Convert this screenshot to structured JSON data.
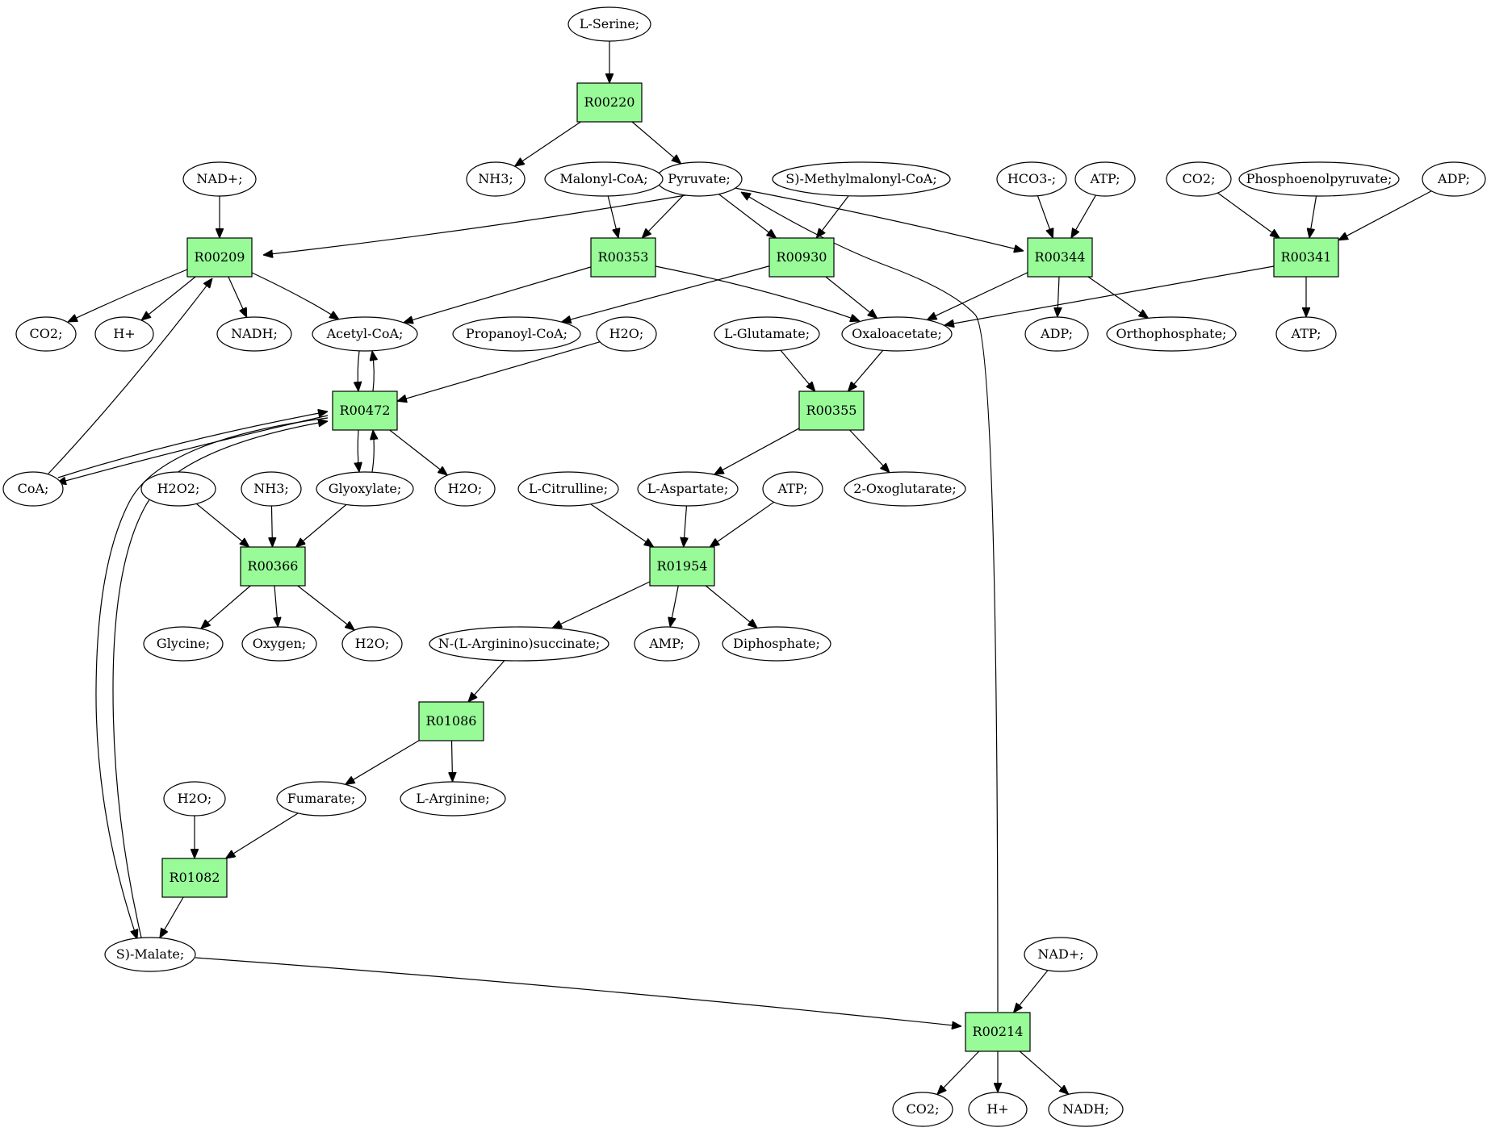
{
  "colors": {
    "start": "#00dd00",
    "target": "#ffff00",
    "reaction": "#98fb98",
    "compound": "#ffffff"
  },
  "nodes": [
    {
      "id": "serine",
      "label": "L-Serine;",
      "kind": "compound",
      "role": "start"
    },
    {
      "id": "R00220",
      "label": "R00220",
      "kind": "reaction"
    },
    {
      "id": "nh3_a",
      "label": "NH3;",
      "kind": "compound"
    },
    {
      "id": "pyruvate",
      "label": "Pyruvate;",
      "kind": "compound"
    },
    {
      "id": "nadplus_a",
      "label": "NAD+;",
      "kind": "compound"
    },
    {
      "id": "malonylcoa",
      "label": "Malonyl-CoA;",
      "kind": "compound"
    },
    {
      "id": "smethylmalonylcoa",
      "label": "S)-Methylmalonyl-CoA;",
      "kind": "compound"
    },
    {
      "id": "hco3",
      "label": "HCO3-;",
      "kind": "compound"
    },
    {
      "id": "atp_a",
      "label": "ATP;",
      "kind": "compound"
    },
    {
      "id": "co2_a",
      "label": "CO2;",
      "kind": "compound"
    },
    {
      "id": "pep",
      "label": "Phosphoenolpyruvate;",
      "kind": "compound"
    },
    {
      "id": "adp_a",
      "label": "ADP;",
      "kind": "compound"
    },
    {
      "id": "R00209",
      "label": "R00209",
      "kind": "reaction"
    },
    {
      "id": "R00353",
      "label": "R00353",
      "kind": "reaction"
    },
    {
      "id": "R00930",
      "label": "R00930",
      "kind": "reaction"
    },
    {
      "id": "R00344",
      "label": "R00344",
      "kind": "reaction"
    },
    {
      "id": "R00341",
      "label": "R00341",
      "kind": "reaction"
    },
    {
      "id": "co2_b",
      "label": "CO2;",
      "kind": "compound"
    },
    {
      "id": "hplus_a",
      "label": "H+",
      "kind": "compound"
    },
    {
      "id": "nadh_a",
      "label": "NADH;",
      "kind": "compound"
    },
    {
      "id": "acetylcoa",
      "label": "Acetyl-CoA;",
      "kind": "compound"
    },
    {
      "id": "propanoylcoa",
      "label": "Propanoyl-CoA;",
      "kind": "compound"
    },
    {
      "id": "h2o_a",
      "label": "H2O;",
      "kind": "compound"
    },
    {
      "id": "lglutamate",
      "label": "L-Glutamate;",
      "kind": "compound"
    },
    {
      "id": "oxaloacetate",
      "label": "Oxaloacetate;",
      "kind": "compound"
    },
    {
      "id": "adp_b",
      "label": "ADP;",
      "kind": "compound"
    },
    {
      "id": "orthophosphate",
      "label": "Orthophosphate;",
      "kind": "compound"
    },
    {
      "id": "atp_b",
      "label": "ATP;",
      "kind": "compound"
    },
    {
      "id": "R00472",
      "label": "R00472",
      "kind": "reaction"
    },
    {
      "id": "R00355",
      "label": "R00355",
      "kind": "reaction"
    },
    {
      "id": "coa",
      "label": "CoA;",
      "kind": "compound"
    },
    {
      "id": "h2o2",
      "label": "H2O2;",
      "kind": "compound"
    },
    {
      "id": "nh3_b",
      "label": "NH3;",
      "kind": "compound"
    },
    {
      "id": "glyoxylate",
      "label": "Glyoxylate;",
      "kind": "compound"
    },
    {
      "id": "h2o_b",
      "label": "H2O;",
      "kind": "compound"
    },
    {
      "id": "lcitrulline",
      "label": "L-Citrulline;",
      "kind": "compound"
    },
    {
      "id": "laspartate",
      "label": "L-Aspartate;",
      "kind": "compound"
    },
    {
      "id": "atp_c",
      "label": "ATP;",
      "kind": "compound"
    },
    {
      "id": "oxoglutarate",
      "label": "2-Oxoglutarate;",
      "kind": "compound"
    },
    {
      "id": "R00366",
      "label": "R00366",
      "kind": "reaction"
    },
    {
      "id": "R01954",
      "label": "R01954",
      "kind": "reaction"
    },
    {
      "id": "glycine",
      "label": "Glycine;",
      "kind": "compound",
      "role": "target"
    },
    {
      "id": "oxygen",
      "label": "Oxygen;",
      "kind": "compound"
    },
    {
      "id": "h2o_c",
      "label": "H2O;",
      "kind": "compound"
    },
    {
      "id": "arginosuccinate",
      "label": "N-(L-Arginino)succinate;",
      "kind": "compound"
    },
    {
      "id": "amp",
      "label": "AMP;",
      "kind": "compound"
    },
    {
      "id": "diphosphate",
      "label": "Diphosphate;",
      "kind": "compound"
    },
    {
      "id": "R01086",
      "label": "R01086",
      "kind": "reaction"
    },
    {
      "id": "h2o_d",
      "label": "H2O;",
      "kind": "compound"
    },
    {
      "id": "fumarate",
      "label": "Fumarate;",
      "kind": "compound"
    },
    {
      "id": "larginine",
      "label": "L-Arginine;",
      "kind": "compound"
    },
    {
      "id": "R01082",
      "label": "R01082",
      "kind": "reaction"
    },
    {
      "id": "smalate",
      "label": "S)-Malate;",
      "kind": "compound"
    },
    {
      "id": "nadplus_b",
      "label": "NAD+;",
      "kind": "compound"
    },
    {
      "id": "R00214",
      "label": "R00214",
      "kind": "reaction"
    },
    {
      "id": "co2_c",
      "label": "CO2;",
      "kind": "compound"
    },
    {
      "id": "hplus_b",
      "label": "H+",
      "kind": "compound"
    },
    {
      "id": "nadh_b",
      "label": "NADH;",
      "kind": "compound"
    }
  ],
  "edges": [
    {
      "from": "serine",
      "to": "R00220"
    },
    {
      "from": "R00220",
      "to": "nh3_a"
    },
    {
      "from": "R00220",
      "to": "pyruvate"
    },
    {
      "from": "nadplus_a",
      "to": "R00209"
    },
    {
      "from": "pyruvate",
      "to": "R00209"
    },
    {
      "from": "malonylcoa",
      "to": "R00353"
    },
    {
      "from": "pyruvate",
      "to": "R00353"
    },
    {
      "from": "pyruvate",
      "to": "R00930"
    },
    {
      "from": "smethylmalonylcoa",
      "to": "R00930"
    },
    {
      "from": "pyruvate",
      "to": "R00344"
    },
    {
      "from": "hco3",
      "to": "R00344"
    },
    {
      "from": "atp_a",
      "to": "R00344"
    },
    {
      "from": "co2_a",
      "to": "R00341"
    },
    {
      "from": "pep",
      "to": "R00341"
    },
    {
      "from": "adp_a",
      "to": "R00341"
    },
    {
      "from": "R00209",
      "to": "co2_b"
    },
    {
      "from": "R00209",
      "to": "hplus_a"
    },
    {
      "from": "R00209",
      "to": "nadh_a"
    },
    {
      "from": "R00209",
      "to": "acetylcoa"
    },
    {
      "from": "R00353",
      "to": "acetylcoa"
    },
    {
      "from": "R00353",
      "to": "oxaloacetate"
    },
    {
      "from": "R00930",
      "to": "propanoylcoa"
    },
    {
      "from": "R00930",
      "to": "oxaloacetate"
    },
    {
      "from": "R00344",
      "to": "oxaloacetate"
    },
    {
      "from": "R00344",
      "to": "adp_b"
    },
    {
      "from": "R00344",
      "to": "orthophosphate"
    },
    {
      "from": "R00341",
      "to": "oxaloacetate"
    },
    {
      "from": "R00341",
      "to": "atp_b"
    },
    {
      "from": "acetylcoa",
      "to": "R00472"
    },
    {
      "from": "R00472",
      "to": "acetylcoa"
    },
    {
      "from": "h2o_a",
      "to": "R00472"
    },
    {
      "from": "coa",
      "to": "R00209"
    },
    {
      "from": "coa",
      "to": "R00472"
    },
    {
      "from": "R00472",
      "to": "coa"
    },
    {
      "from": "R00472",
      "to": "glyoxylate"
    },
    {
      "from": "glyoxylate",
      "to": "R00472"
    },
    {
      "from": "R00472",
      "to": "h2o_b"
    },
    {
      "from": "R00472",
      "to": "smalate"
    },
    {
      "from": "smalate",
      "to": "R00472"
    },
    {
      "from": "lglutamate",
      "to": "R00355"
    },
    {
      "from": "oxaloacetate",
      "to": "R00355"
    },
    {
      "from": "R00355",
      "to": "laspartate"
    },
    {
      "from": "R00355",
      "to": "oxoglutarate"
    },
    {
      "from": "h2o2",
      "to": "R00366"
    },
    {
      "from": "nh3_b",
      "to": "R00366"
    },
    {
      "from": "glyoxylate",
      "to": "R00366"
    },
    {
      "from": "R00366",
      "to": "glycine"
    },
    {
      "from": "R00366",
      "to": "oxygen"
    },
    {
      "from": "R00366",
      "to": "h2o_c"
    },
    {
      "from": "lcitrulline",
      "to": "R01954"
    },
    {
      "from": "laspartate",
      "to": "R01954"
    },
    {
      "from": "atp_c",
      "to": "R01954"
    },
    {
      "from": "R01954",
      "to": "arginosuccinate"
    },
    {
      "from": "R01954",
      "to": "amp"
    },
    {
      "from": "R01954",
      "to": "diphosphate"
    },
    {
      "from": "arginosuccinate",
      "to": "R01086"
    },
    {
      "from": "R01086",
      "to": "fumarate"
    },
    {
      "from": "R01086",
      "to": "larginine"
    },
    {
      "from": "h2o_d",
      "to": "R01082"
    },
    {
      "from": "fumarate",
      "to": "R01082"
    },
    {
      "from": "R01082",
      "to": "smalate"
    },
    {
      "from": "smalate",
      "to": "R00214"
    },
    {
      "from": "nadplus_b",
      "to": "R00214"
    },
    {
      "from": "R00214",
      "to": "pyruvate"
    },
    {
      "from": "R00214",
      "to": "co2_c"
    },
    {
      "from": "R00214",
      "to": "hplus_b"
    },
    {
      "from": "R00214",
      "to": "nadh_b"
    }
  ]
}
